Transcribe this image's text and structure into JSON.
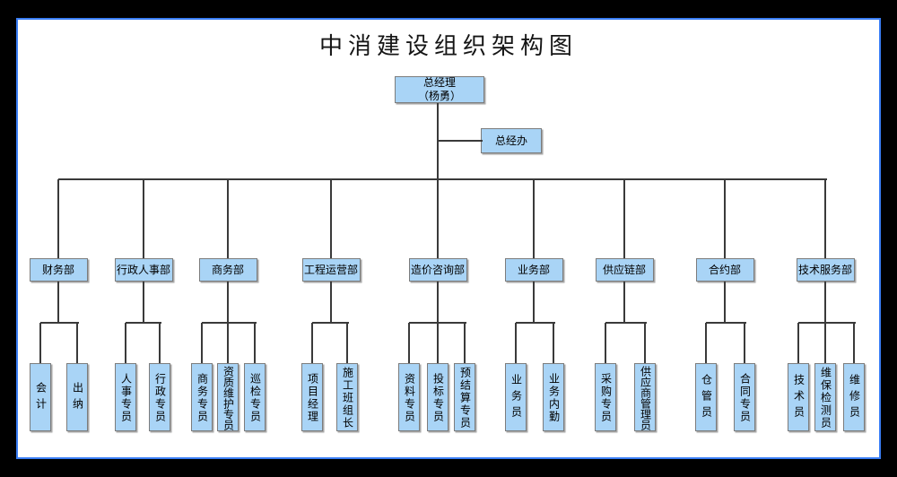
{
  "title": "中消建设组织架构图",
  "root": {
    "title": "总经理",
    "name": "（杨勇）"
  },
  "office": {
    "label": "总经办"
  },
  "departments": [
    {
      "label": "财务部",
      "children": [
        {
          "label": "会计"
        },
        {
          "label": "出纳"
        }
      ]
    },
    {
      "label": "行政人事部",
      "children": [
        {
          "label": "人事专员"
        },
        {
          "label": "行政专员"
        }
      ]
    },
    {
      "label": "商务部",
      "children": [
        {
          "label": "商务专员"
        },
        {
          "label": "资质维护专员"
        },
        {
          "label": "巡检专员"
        }
      ]
    },
    {
      "label": "工程运营部",
      "children": [
        {
          "label": "项目经理"
        },
        {
          "label": "施工班组长"
        }
      ]
    },
    {
      "label": "造价咨询部",
      "children": [
        {
          "label": "资料专员"
        },
        {
          "label": "投标专员"
        },
        {
          "label": "预结算专员"
        }
      ]
    },
    {
      "label": "业务部",
      "children": [
        {
          "label": "业务员"
        },
        {
          "label": "业务内勤"
        }
      ]
    },
    {
      "label": "供应链部",
      "children": [
        {
          "label": "采购专员"
        },
        {
          "label": "供应商管理员"
        }
      ]
    },
    {
      "label": "合约部",
      "children": [
        {
          "label": "仓管员"
        },
        {
          "label": "合同专员"
        }
      ]
    },
    {
      "label": "技术服务部",
      "children": [
        {
          "label": "技术员"
        },
        {
          "label": "维保检测员"
        },
        {
          "label": "维修员"
        }
      ]
    }
  ],
  "colors": {
    "node_fill": "#a9d4f6",
    "node_border": "#7c7c7c",
    "connector": "#3a3a3a",
    "frame_border": "#3a7ef5",
    "canvas_bg": "#ffffff",
    "page_bg": "#000000"
  }
}
